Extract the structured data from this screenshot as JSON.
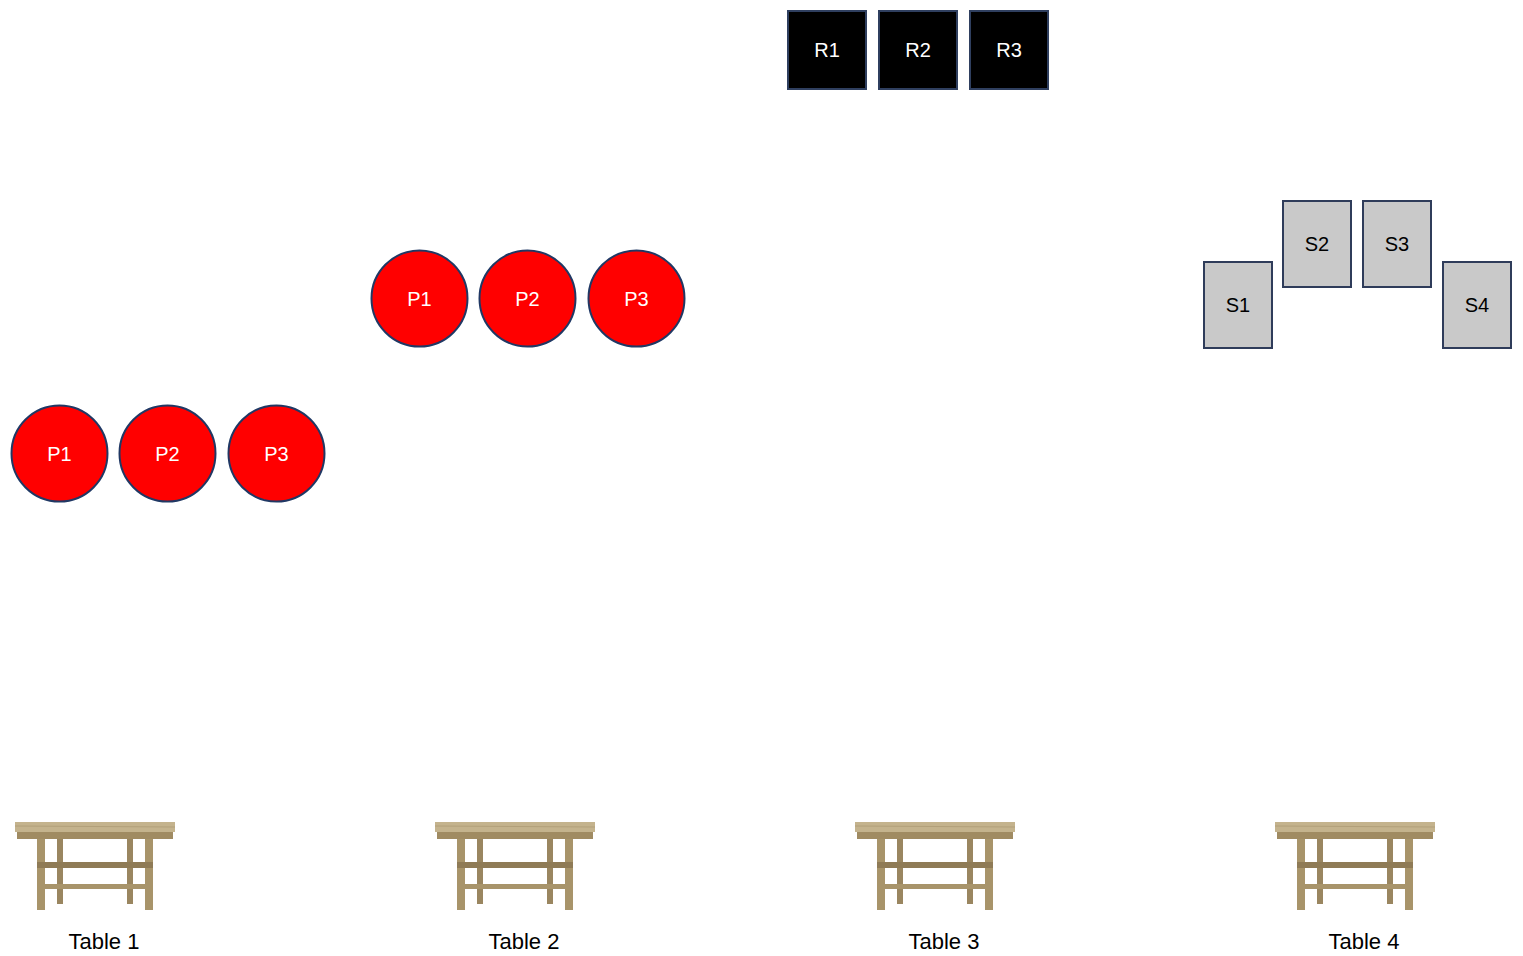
{
  "diagram": {
    "nodes": [
      {
        "text": [
          "R1"
        ]
      },
      {
        "text": [
          "R2"
        ]
      },
      {
        "text": [
          "R3"
        ]
      },
      {
        "text": [
          "P1"
        ]
      },
      {
        "text": [
          "P2"
        ]
      },
      {
        "text": [
          "P3"
        ]
      },
      {
        "text": [
          "S1"
        ]
      },
      {
        "text": [
          "S2"
        ]
      },
      {
        "text": [
          "S3"
        ]
      },
      {
        "text": [
          "S4"
        ]
      },
      {
        "text": [
          "P1"
        ]
      },
      {
        "text": [
          "P2"
        ]
      },
      {
        "text": [
          "P3"
        ]
      }
    ],
    "edges": [],
    "labels": [
      "Table 1",
      "Table 2",
      "Table 3",
      "Table 4"
    ]
  }
}
